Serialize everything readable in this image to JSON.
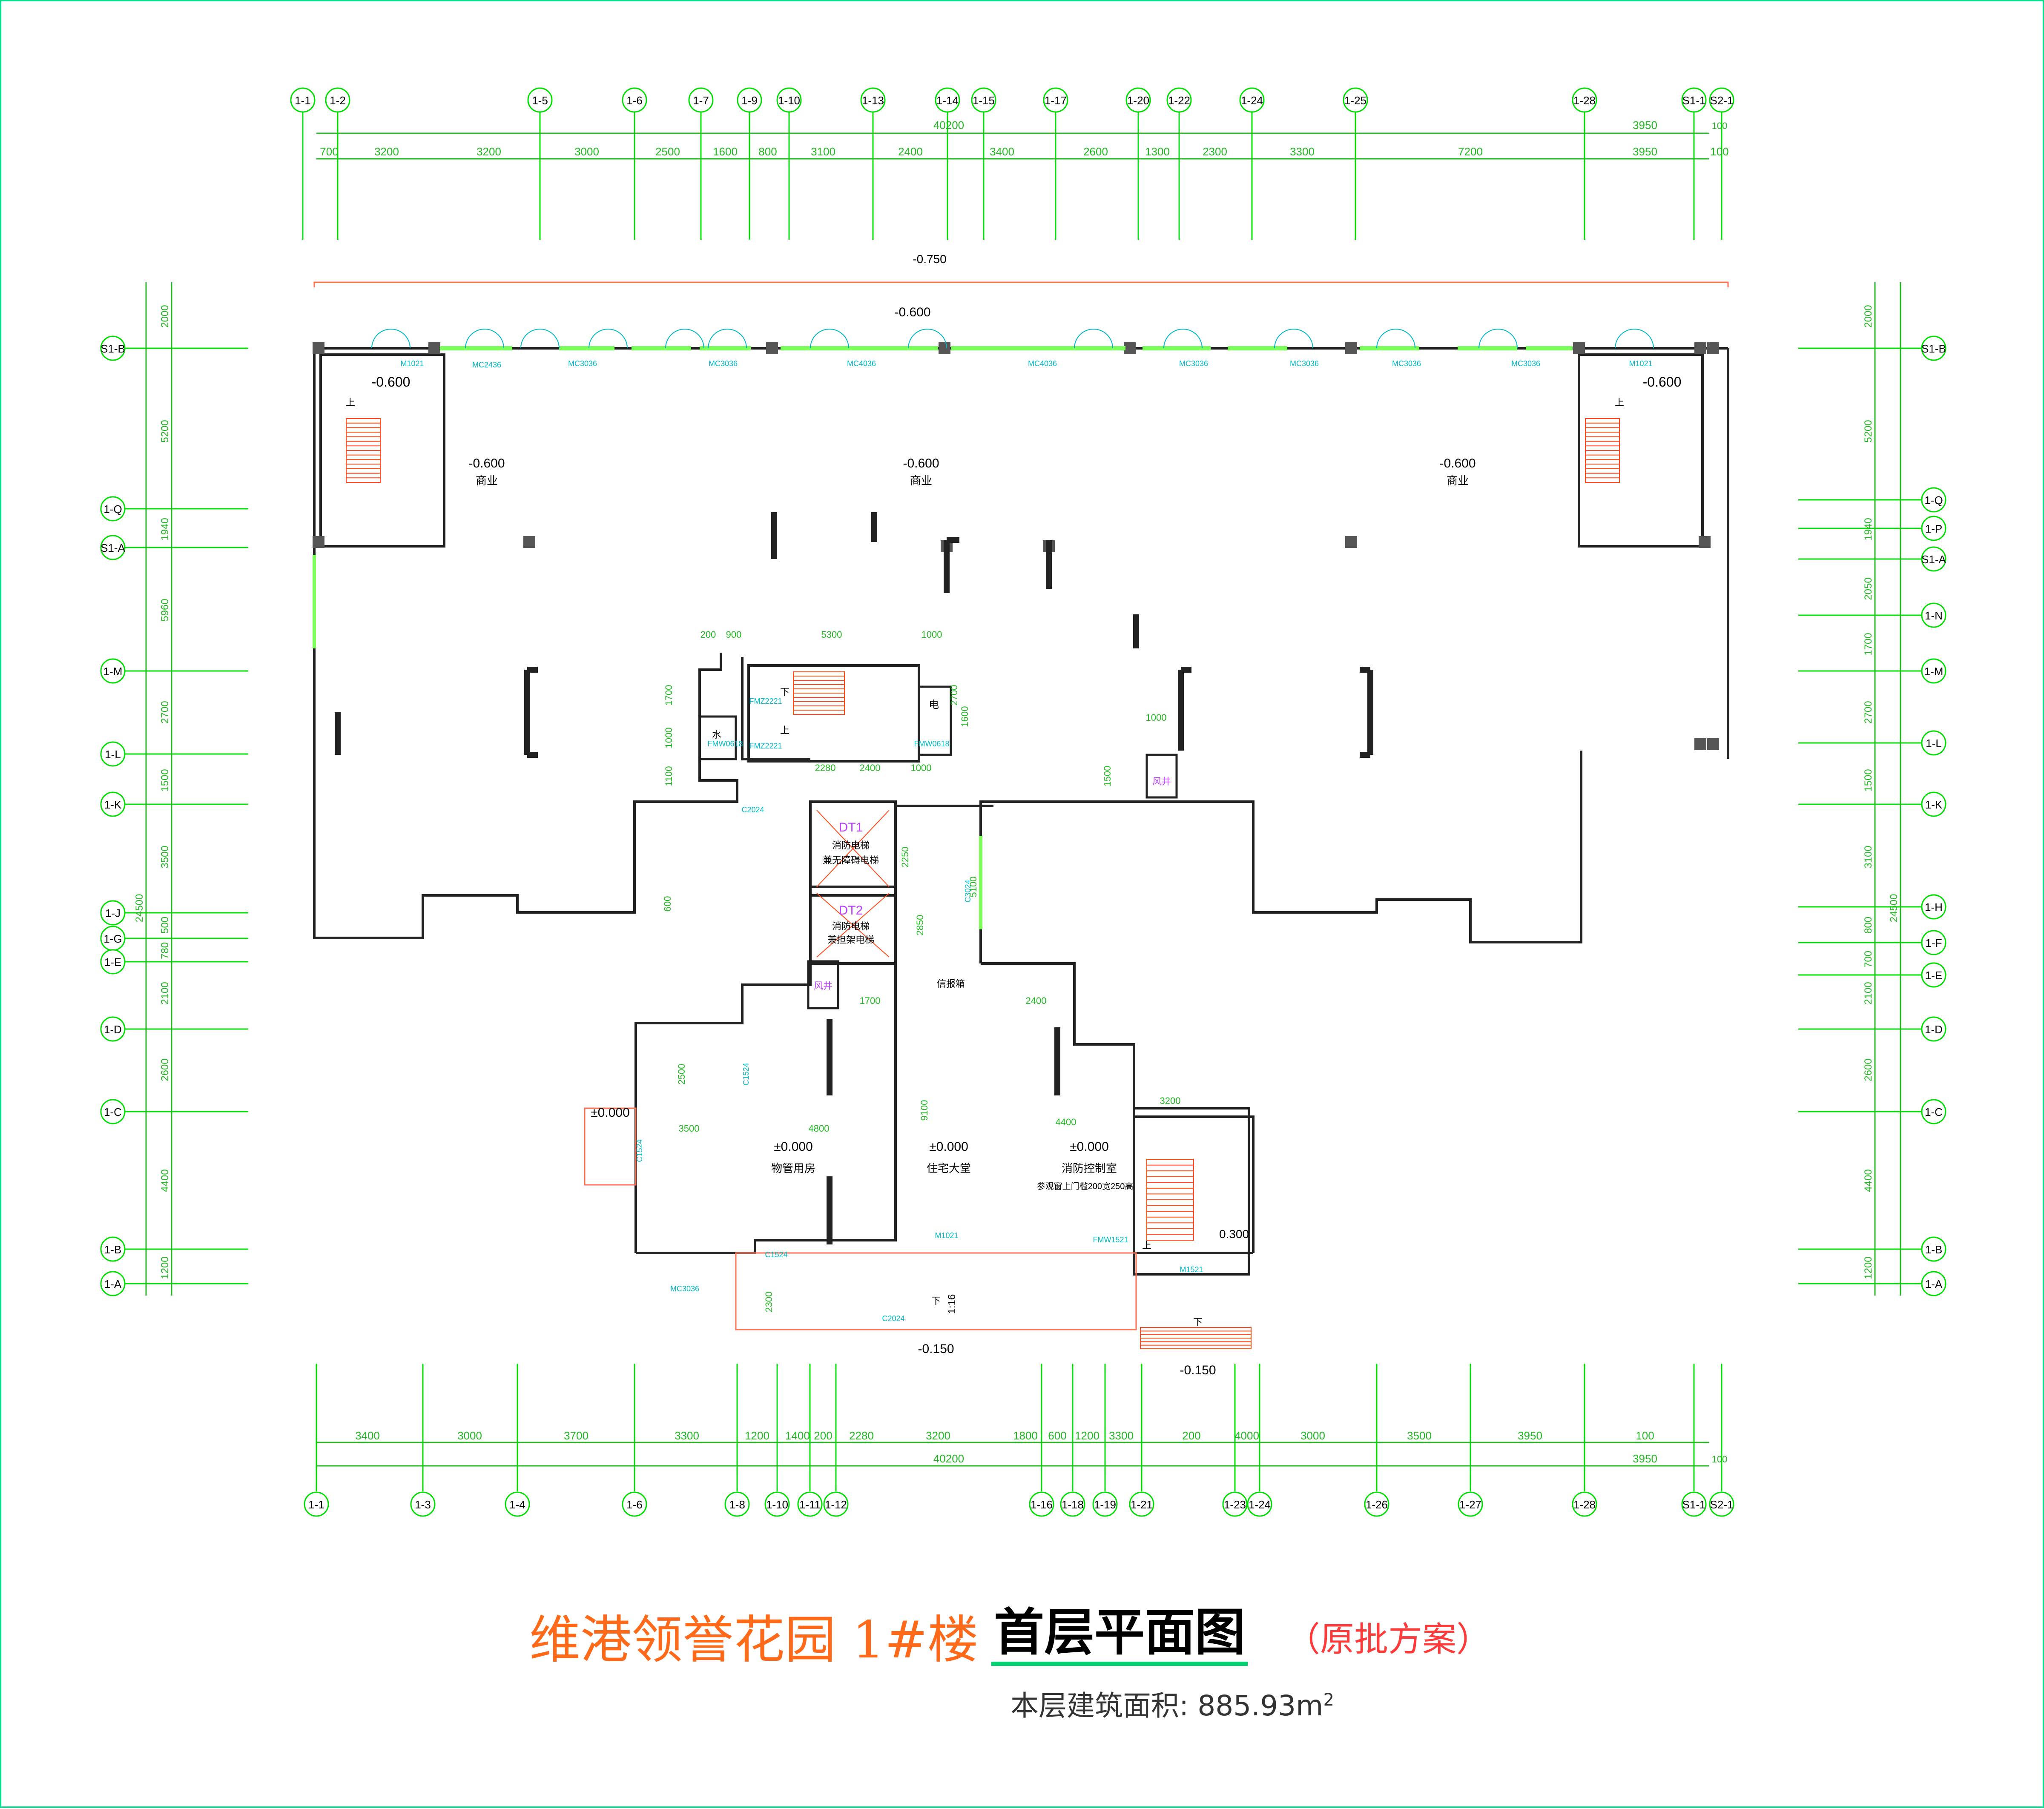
{
  "title": {
    "project": "维港领誉花园  1#楼",
    "plan": "首层平面图",
    "note": "（原批方案）",
    "area_label": "本层建筑面积:",
    "area_value": "885.93m",
    "area_sup": "2"
  },
  "grid": {
    "top_axes": [
      "1-1",
      "1-2",
      "1-5",
      "1-6",
      "1-7",
      "1-9",
      "1-10",
      "1-13",
      "1-14",
      "1-15",
      "1-17",
      "1-20",
      "1-22",
      "1-24",
      "1-25",
      "1-28",
      "S1-1",
      "S2-1"
    ],
    "bottom_axes": [
      "1-1",
      "1-3",
      "1-4",
      "1-6",
      "1-8",
      "1-10",
      "1-11",
      "1-12",
      "1-16",
      "1-18",
      "1-19",
      "1-21",
      "1-23",
      "1-24",
      "1-26",
      "1-27",
      "1-28",
      "S1-1",
      "S2-1"
    ],
    "left_axes": [
      "S1-B",
      "1-Q",
      "S1-A",
      "1-M",
      "1-L",
      "1-K",
      "1-J",
      "1-G",
      "1-E",
      "1-D",
      "1-C",
      "1-B",
      "1-A"
    ],
    "right_axes": [
      "S1-B",
      "1-Q",
      "1-P",
      "S1-A",
      "1-N",
      "1-M",
      "1-L",
      "1-K",
      "1-H",
      "1-F",
      "1-E",
      "1-D",
      "1-C",
      "1-B",
      "1-A"
    ]
  },
  "dimensions": {
    "top_total": "40200",
    "top_total_end": "3950",
    "top_end": "100",
    "top_segments": [
      "700",
      "3200",
      "3200",
      "3000",
      "2500",
      "1600",
      "800",
      "3100",
      "2400",
      "3400",
      "2600",
      "1300",
      "2300",
      "3300",
      "7200",
      "3950",
      "100"
    ],
    "bottom_segments": [
      "3400",
      "3000",
      "3700",
      "3300",
      "1200",
      "1400",
      "200",
      "2280",
      "3200",
      "1800",
      "600",
      "1200",
      "3300",
      "200",
      "4000",
      "3000",
      "3500",
      "3950",
      "100"
    ],
    "bottom_total": "40200",
    "bottom_total_end": "3950",
    "bottom_end": "100",
    "left_segments": [
      "2000",
      "5200",
      "1940",
      "5960",
      "2700",
      "1500",
      "3500",
      "500",
      "780",
      "2100",
      "2600",
      "4400",
      "1200"
    ],
    "left_total": "24500",
    "right_segments": [
      "2000",
      "5200",
      "1940",
      "2050",
      "1700",
      "2700",
      "1500",
      "3100",
      "800",
      "700",
      "2100",
      "2600",
      "4400",
      "1200"
    ],
    "right_total": "24500",
    "core_segments": [
      "200",
      "900",
      "5300",
      "1000",
      "1700",
      "1600",
      "1000",
      "2280",
      "2400",
      "1000",
      "1100",
      "2700",
      "1500",
      "600"
    ],
    "interior_segments": [
      "2250",
      "2850",
      "1700",
      "2400",
      "2500",
      "3500",
      "4800",
      "4400",
      "1000",
      "9100",
      "2300",
      "5100",
      "3200"
    ]
  },
  "levels": {
    "top": "-0.750",
    "shop": "-0.600",
    "floor": "±0.000",
    "entry": "-0.150",
    "stair": "0.300"
  },
  "rooms": {
    "shop": "商业",
    "property": "物管用房",
    "lobby": "住宅大堂",
    "fire_control": "消防控制室",
    "fire_control_note": "参观窗上门槛200宽250高",
    "mailbox": "信报箱",
    "shaft": "风井",
    "electric": "电",
    "water": "水",
    "lift1_id": "DT1",
    "lift1_a": "消防电梯",
    "lift1_b": "兼无障碍电梯",
    "lift2_id": "DT2",
    "lift2_a": "消防电梯",
    "lift2_b": "兼担架电梯"
  },
  "labels": {
    "up": "上",
    "down": "下",
    "slope": "1:16",
    "doors": [
      "MC2436",
      "MC3036",
      "MC3036",
      "MC4036",
      "MC4036",
      "MC3036",
      "MC3036",
      "MC3036",
      "MC3036",
      "M1021",
      "M1021",
      "FMZ2221",
      "FMZ2221",
      "FMW0618",
      "FMW0618",
      "C2024",
      "C2024",
      "C3024",
      "C1524",
      "C1524",
      "C1524",
      "MC3036",
      "M1021",
      "M1521",
      "FMW1521"
    ]
  },
  "colors": {
    "grid": "#00e000",
    "dimension": "#22b822",
    "wall": "#222222",
    "column": "#555555",
    "stair": "#ff4a1a",
    "door": "#00b8c8",
    "window": "#7aff5a",
    "project_title": "#ff6a1a",
    "note": "#ff3a3a",
    "lift_id": "#c040ff",
    "frame": "#00e08a"
  }
}
